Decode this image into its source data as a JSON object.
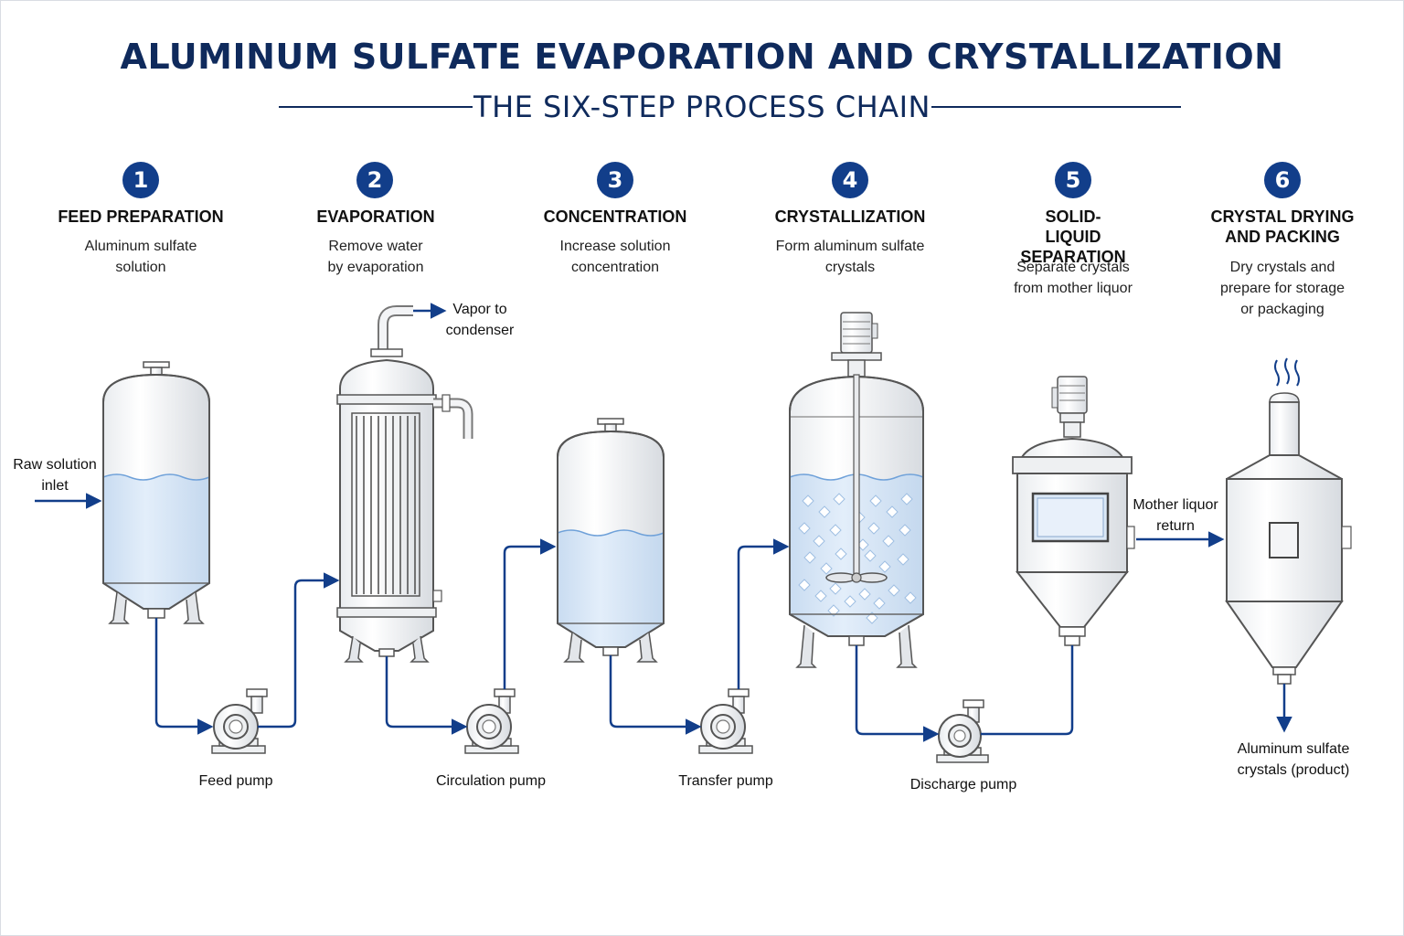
{
  "header": {
    "title": "ALUMINUM SULFATE EVAPORATION AND CRYSTALLIZATION",
    "subtitle": "THE SIX-STEP PROCESS CHAIN"
  },
  "steps": [
    {
      "number": "1",
      "name": "FEED PREPARATION",
      "description": "Aluminum sulfate solution"
    },
    {
      "number": "2",
      "name": "EVAPORATION",
      "description": "Remove water by evaporation"
    },
    {
      "number": "3",
      "name": "CONCENTRATION",
      "description": "Increase solution concentration"
    },
    {
      "number": "4",
      "name": "CRYSTALLIZATION",
      "description": "Form aluminum sulfate crystals"
    },
    {
      "number": "5",
      "name": "SOLID-LIQUID SEPARATION",
      "description": "Separate crystals from mother liquor"
    },
    {
      "number": "6",
      "name": "CRYSTAL DRYING AND PACKING",
      "description": "Dry crystals and prepare for storage or packaging"
    }
  ],
  "labels": {
    "raw_inlet": "Raw solution inlet",
    "vapor": "Vapor to condenser",
    "mother_liquor": "Mother liquor return",
    "product": "Aluminum sulfate crystals (product)"
  },
  "pumps": [
    "Feed pump",
    "Circulation pump",
    "Transfer pump",
    "Discharge pump"
  ],
  "colors": {
    "accent": "#123e8a",
    "title": "#0f2a5c",
    "liquid": "#dce9f7",
    "outline": "#555555"
  }
}
